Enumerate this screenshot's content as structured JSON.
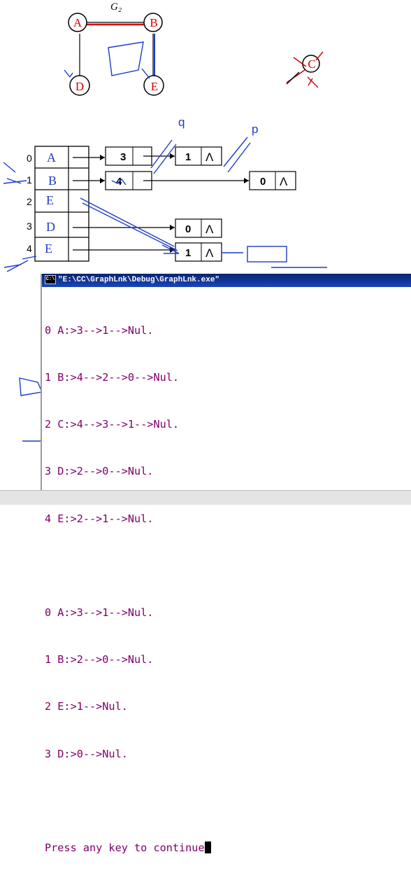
{
  "graph": {
    "title": "G₂",
    "nodes": [
      "A",
      "B",
      "D",
      "E"
    ],
    "extra_node": "C"
  },
  "adjacency_list": {
    "pointer_labels": [
      "q",
      "p"
    ],
    "rows": [
      {
        "index": "0",
        "vertex": "A"
      },
      {
        "index": "1",
        "vertex": "B"
      },
      {
        "index": "2",
        "vertex": "E"
      },
      {
        "index": "3",
        "vertex": "D"
      },
      {
        "index": "4",
        "vertex": "E"
      }
    ],
    "edge_nodes": [
      "3",
      "1",
      "4",
      "0",
      "0",
      "1"
    ],
    "null_symbol": "Λ"
  },
  "console": {
    "title": "\"E:\\CC\\GraphLnk\\Debug\\GraphLnk.exe\"",
    "icon": "C:\\",
    "lines": [
      "0 A:>3-->1-->Nul.",
      "1 B:>4-->2-->0-->Nul.",
      "2 C:>4-->3-->1-->Nul.",
      "3 D:>2-->0-->Nul.",
      "4 E:>2-->1-->Nul.",
      "",
      "0 A:>3-->1-->Nul.",
      "1 B:>2-->0-->Nul.",
      "2 E:>1-->Nul.",
      "3 D:>0-->Nul.",
      "",
      "Press any key to continue"
    ]
  },
  "colors": {
    "node_red": "#d40000",
    "pen_blue": "#1e3cc8",
    "console_text": "#80006a",
    "titlebar": "#0a2470"
  }
}
